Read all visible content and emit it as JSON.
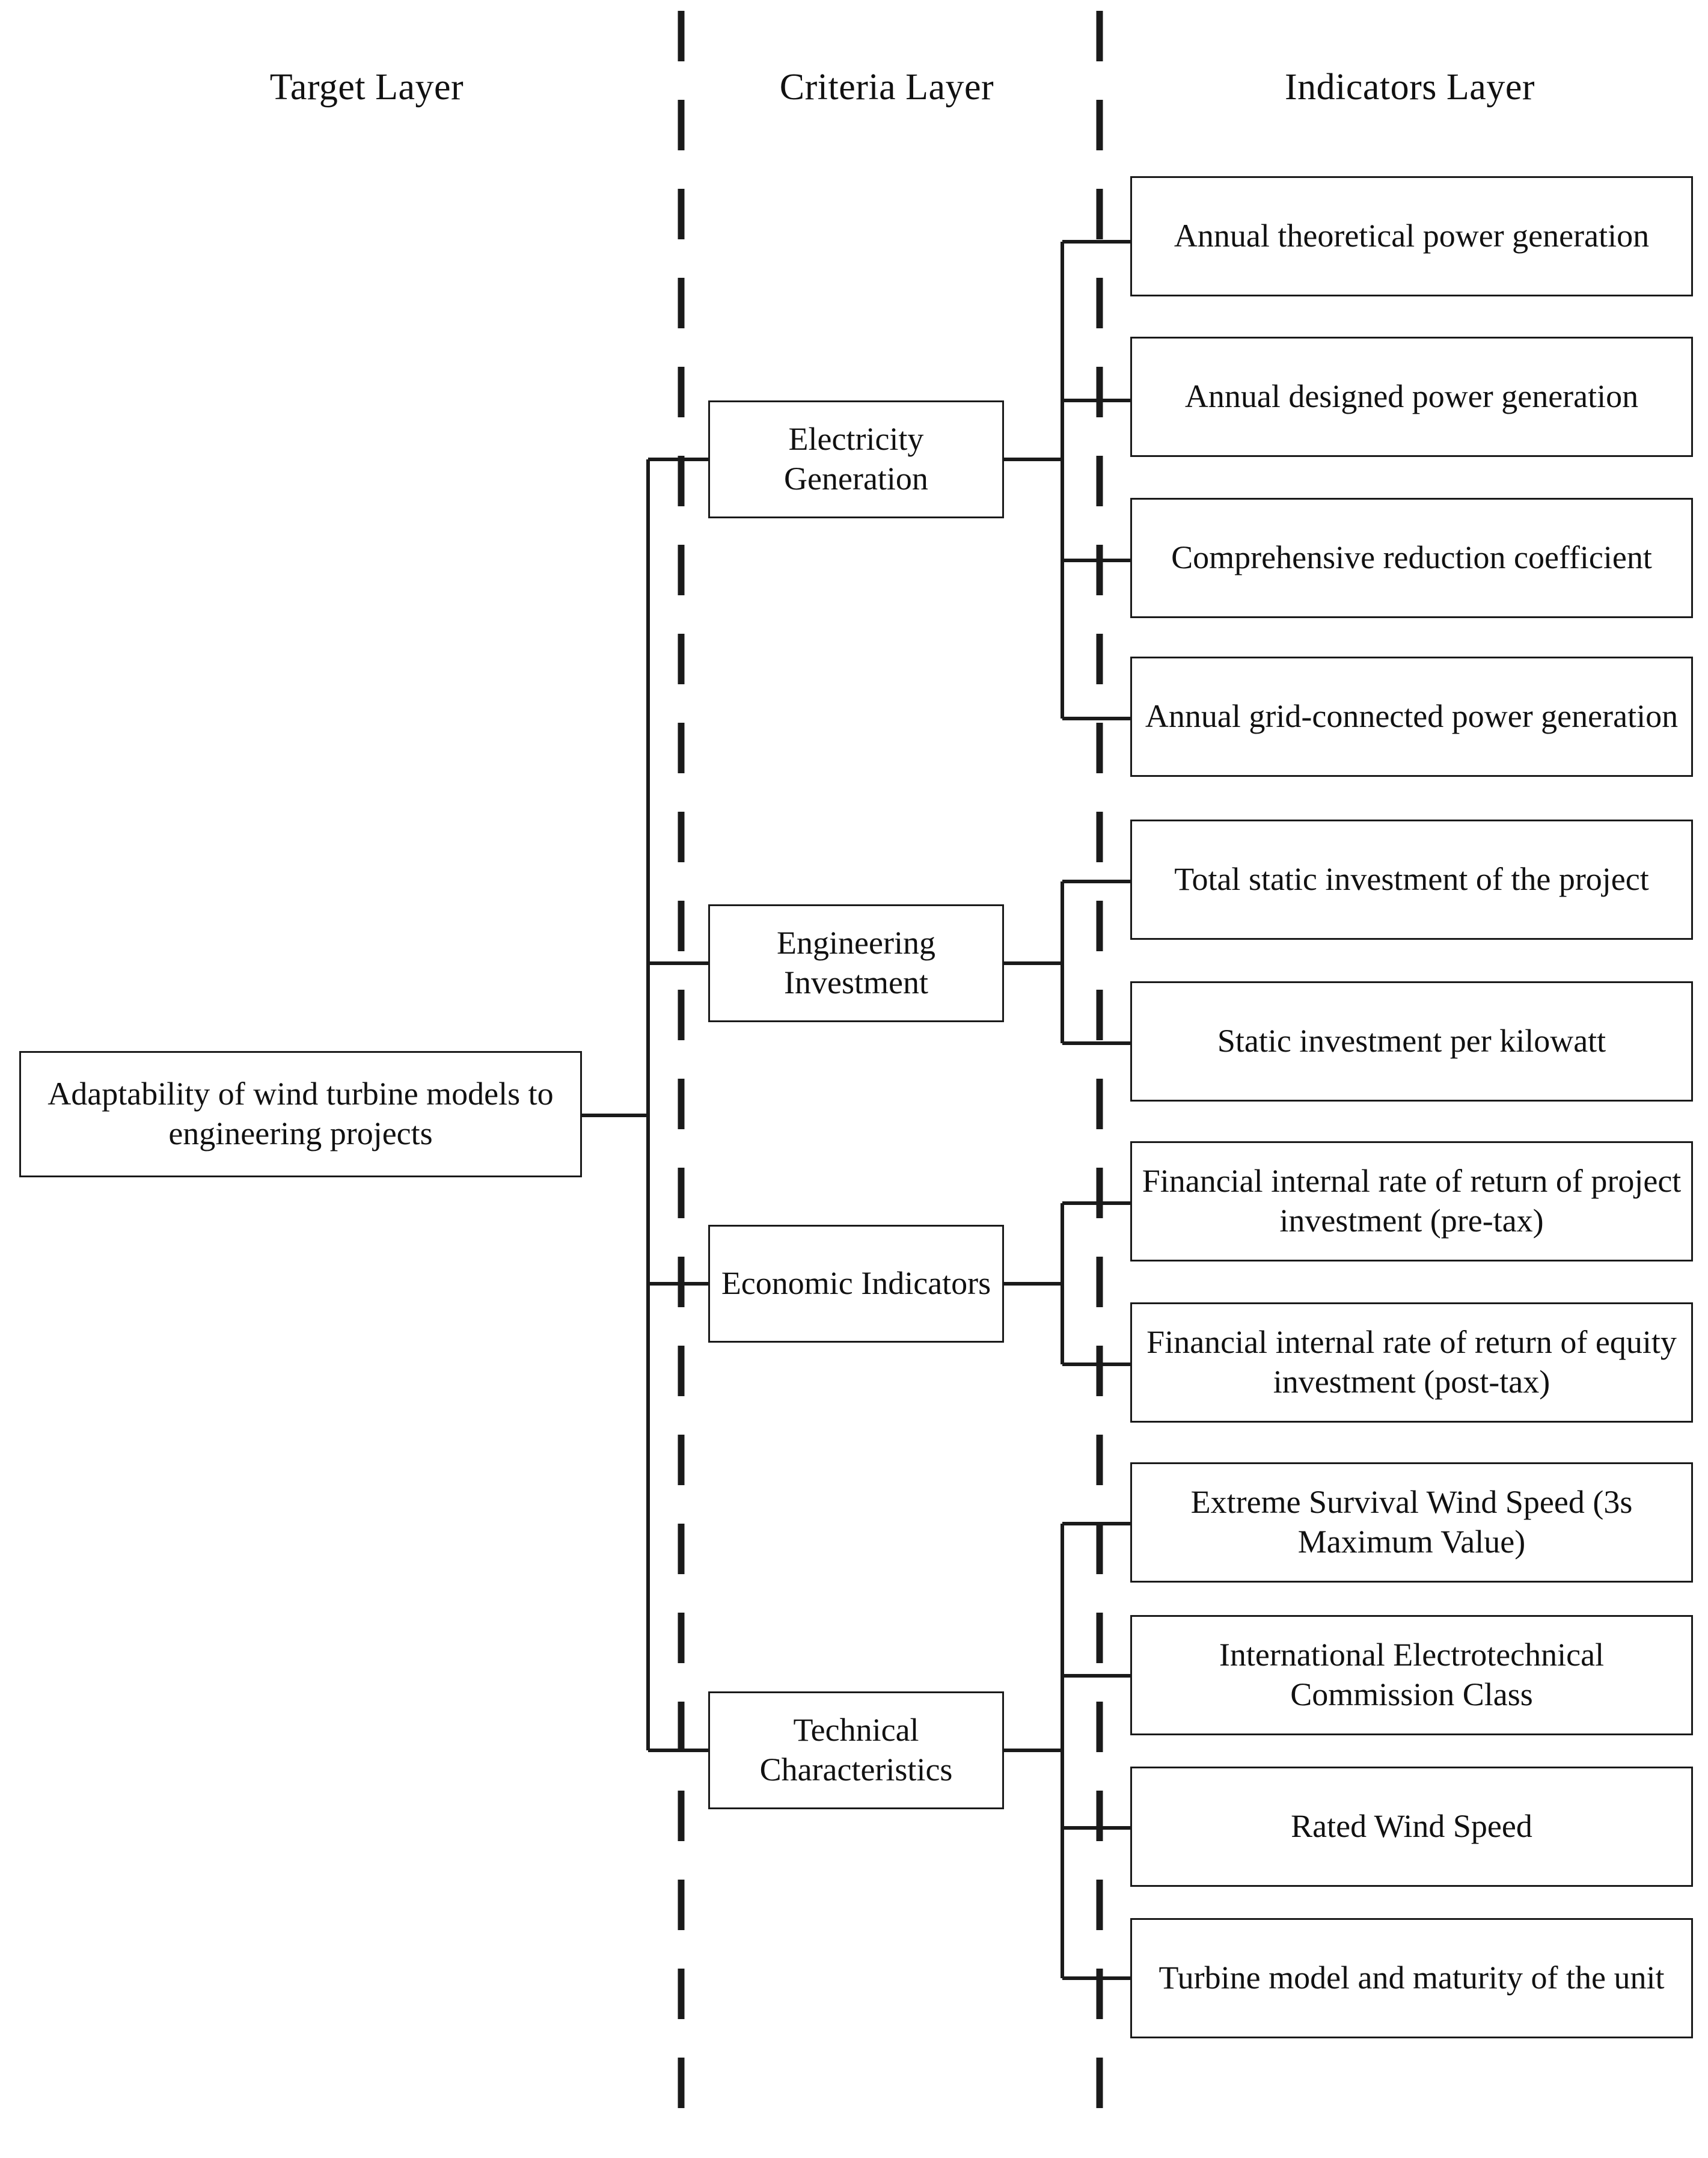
{
  "diagram": {
    "title_layers": [
      {
        "id": "target-layer",
        "label": "Target Layer"
      },
      {
        "id": "criteria-layer",
        "label": "Criteria Layer"
      },
      {
        "id": "indicators-layer",
        "label": "Indicators Layer"
      }
    ],
    "target": {
      "label": "Adaptability of wind turbine models to engineering projects"
    },
    "criteria": [
      {
        "id": "electricity-generation",
        "label": "Electricity Generation"
      },
      {
        "id": "engineering-investment",
        "label": "Engineering Investment"
      },
      {
        "id": "economic-indicators",
        "label": "Economic Indicators"
      },
      {
        "id": "technical-characteristics",
        "label": "Technical Characteristics"
      }
    ],
    "indicators": [
      {
        "id": "annual-theoretical-power-generation",
        "group": "electricity-generation",
        "label": "Annual theoretical power generation"
      },
      {
        "id": "annual-designed-power-generation",
        "group": "electricity-generation",
        "label": "Annual designed power generation"
      },
      {
        "id": "comprehensive-reduction-coefficient",
        "group": "electricity-generation",
        "label": "Comprehensive reduction coefficient"
      },
      {
        "id": "annual-grid-connected-power-generation",
        "group": "electricity-generation",
        "label": "Annual grid-connected power generation"
      },
      {
        "id": "total-static-investment-of-the-project",
        "group": "engineering-investment",
        "label": "Total static investment of the project"
      },
      {
        "id": "static-investment-per-kilowatt",
        "group": "engineering-investment",
        "label": "Static investment per kilowatt"
      },
      {
        "id": "firr-project-investment-pre-tax",
        "group": "economic-indicators",
        "label": "Financial internal rate of return of project investment (pre-tax)"
      },
      {
        "id": "firr-equity-investment-post-tax",
        "group": "economic-indicators",
        "label": "Financial internal rate of return of equity investment (post-tax)"
      },
      {
        "id": "extreme-survival-wind-speed",
        "group": "technical-characteristics",
        "label": "Extreme Survival Wind Speed (3s Maximum Value)"
      },
      {
        "id": "iec-class",
        "group": "technical-characteristics",
        "label": "International Electrotechnical Commission Class"
      },
      {
        "id": "rated-wind-speed",
        "group": "technical-characteristics",
        "label": "Rated Wind Speed"
      },
      {
        "id": "turbine-model-and-maturity",
        "group": "technical-characteristics",
        "label": "Turbine model and maturity of the unit"
      }
    ],
    "style": {
      "line_color": "#1a1a1a",
      "box_fill": "#ffffff",
      "text_color": "#111111",
      "divider_style": "dashed"
    }
  }
}
